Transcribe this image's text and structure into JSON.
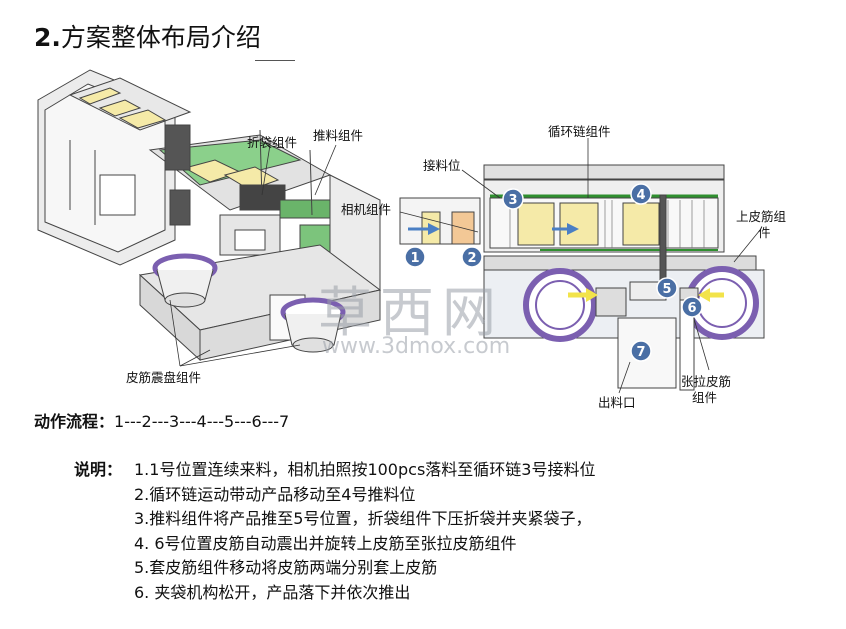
{
  "title": {
    "num": "2.",
    "text": "方案整体布局介绍"
  },
  "labels": {
    "fold_bag": "折袋组件",
    "push": "推料组件",
    "camera": "相机组件",
    "vibration": "皮筋震盘组件",
    "receive": "接料位",
    "chain": "循环链组件",
    "upper_band": "上皮筋组",
    "upper_band2": "件",
    "tension": "张拉皮筋",
    "tension2": "组件",
    "outlet": "出料口"
  },
  "markers": [
    "1",
    "2",
    "3",
    "4",
    "5",
    "6",
    "7"
  ],
  "watermark": {
    "cn": "草西网",
    "url": "www.3dmox.com"
  },
  "flow": {
    "label": "动作流程：",
    "steps": "1---2---3---4---5---6---7"
  },
  "notes": {
    "head": "说明：",
    "items": [
      "1.1号位置连续来料，相机拍照按100pcs落料至循环链3号接料位",
      "2.循环链运动带动产品移动至4号推料位",
      "3.推料组件将产品推至5号位置，折袋组件下压折袋并夹紧袋子，",
      "4. 6号位置皮筋自动震出并旋转上皮筋至张拉皮筋组件",
      "5.套皮筋组件移动将皮筋两端分别套上皮筋",
      "6. 夹袋机构松开，产品落下并依次推出"
    ]
  },
  "colors": {
    "marker": "#4a6fa5",
    "arrow_blue": "#4a7fc4",
    "arrow_yellow": "#f2e34a",
    "green": "#6cc36c",
    "purple": "#7b5fb0",
    "product": "#f5eaa8"
  }
}
